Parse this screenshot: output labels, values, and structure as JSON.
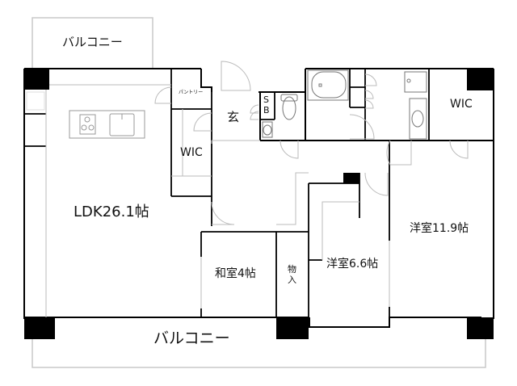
{
  "floorplan": {
    "rooms": {
      "balcony_top": "バルコニー",
      "balcony_bottom": "バルコニー",
      "ldk": "LDK26.1帖",
      "pantry": "パントリー",
      "entrance": "玄",
      "wic_left": "WIC",
      "wic_right": "WIC",
      "shoe_box_s": "S",
      "shoe_box_b": "B",
      "washitsu": "和室4帖",
      "storage_top": "物",
      "storage_bottom": "入",
      "western_room_small": "洋室6.6帖",
      "western_room_large": "洋室11.9帖"
    },
    "colors": {
      "wall": "#000000",
      "thin_line": "#bbbbbb",
      "fixture": "#777777",
      "background": "#ffffff"
    }
  }
}
